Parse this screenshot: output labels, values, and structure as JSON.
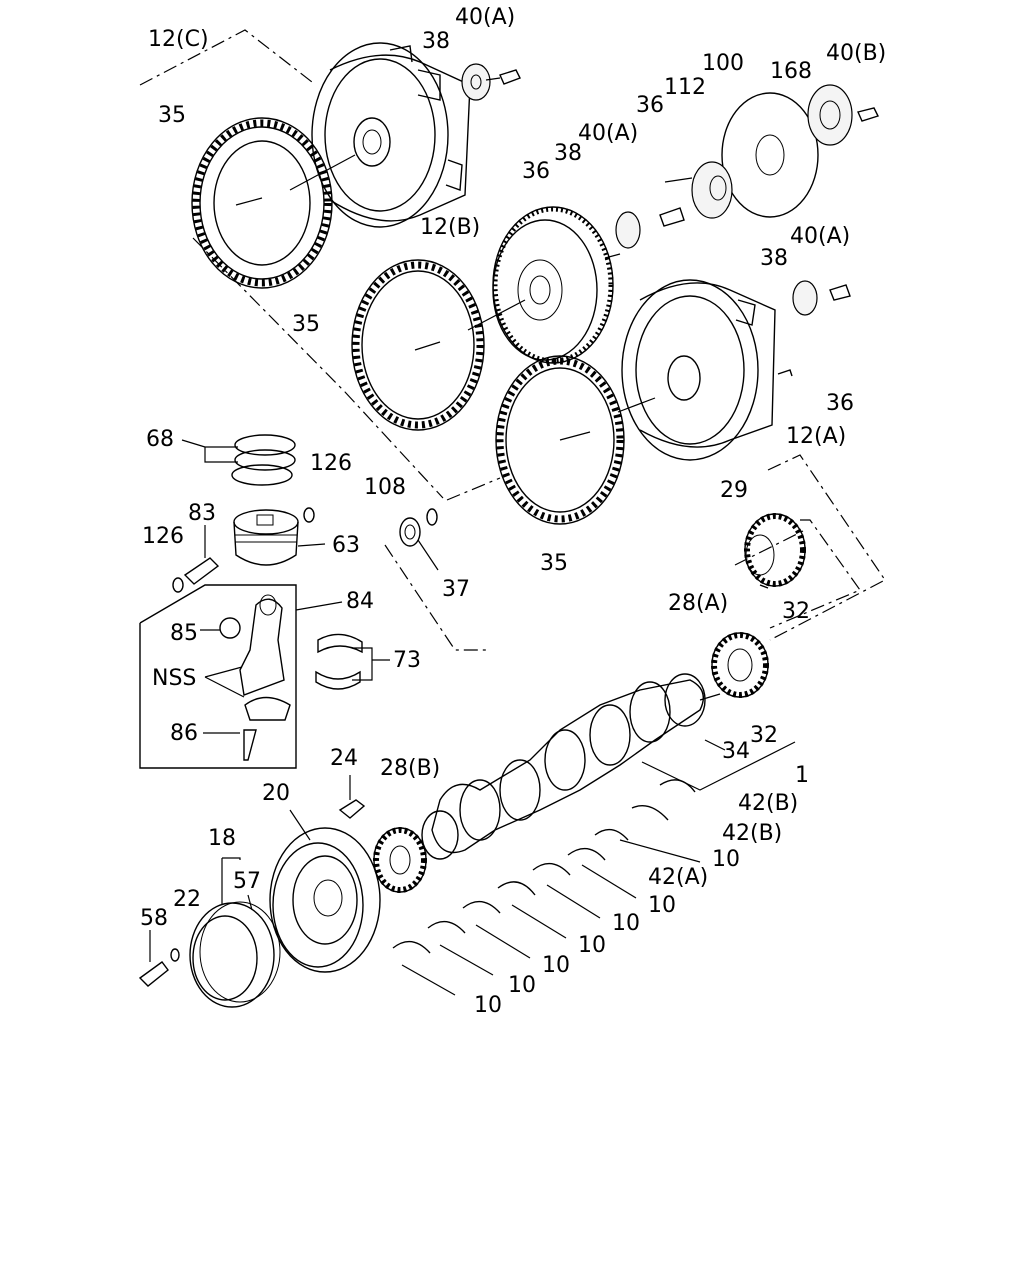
{
  "labels": {
    "l_12c": "12(C)",
    "l_35_a": "35",
    "l_38_a": "38",
    "l_40a_a": "40(A)",
    "l_100": "100",
    "l_168": "168",
    "l_40b": "40(B)",
    "l_112": "112",
    "l_36_a": "36",
    "l_40a_b": "40(A)",
    "l_38_b": "38",
    "l_36_b": "36",
    "l_12b": "12(B)",
    "l_40a_c": "40(A)",
    "l_38_c": "38",
    "l_35_b": "35",
    "l_36_c": "36",
    "l_12a": "12(A)",
    "l_68": "68",
    "l_126_a": "126",
    "l_108": "108",
    "l_83": "83",
    "l_63": "63",
    "l_126_b": "126",
    "l_37": "37",
    "l_35_c": "35",
    "l_29": "29",
    "l_32_a": "32",
    "l_84": "84",
    "l_28a": "28(A)",
    "l_85": "85",
    "l_73": "73",
    "l_nss": "NSS",
    "l_32_b": "32",
    "l_34": "34",
    "l_1": "1",
    "l_86": "86",
    "l_24": "24",
    "l_28b": "28(B)",
    "l_20": "20",
    "l_42b_a": "42(B)",
    "l_42b_b": "42(B)",
    "l_18": "18",
    "l_10_a": "10",
    "l_42a": "42(A)",
    "l_57": "57",
    "l_10_b": "10",
    "l_22": "22",
    "l_58": "58",
    "l_10_c": "10",
    "l_10_d": "10",
    "l_10_e": "10",
    "l_10_f": "10",
    "l_10_g": "10"
  }
}
